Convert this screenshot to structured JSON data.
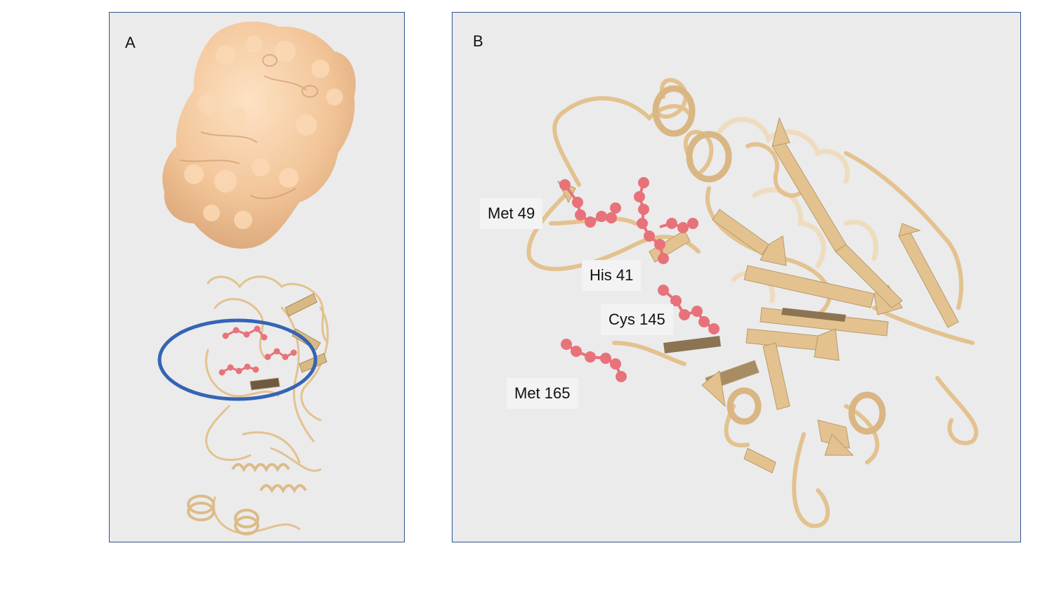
{
  "figure": {
    "panels": [
      {
        "id": "A",
        "letter": "A",
        "contents": {
          "surface_model": "protein molecular surface (tan)",
          "ribbon_model": "protein ribbon cartoon (tan) with active-site residues (pink ball-and-stick)",
          "highlight": "blue ellipse around active site"
        }
      },
      {
        "id": "B",
        "letter": "B",
        "residue_labels": [
          "Met 49",
          "His 41",
          "Cys 145",
          "Met 165"
        ]
      }
    ],
    "colors": {
      "panel_background": "#ebebeb",
      "panel_border": "#2f528f",
      "protein_surface": "#f5c99e",
      "ribbon": "#e3c28f",
      "ribbon_dark": "#8c7452",
      "residue_sticks": "#e8727a",
      "highlight_ellipse": "#3564b5",
      "label_background": "#f3f3f3"
    }
  }
}
